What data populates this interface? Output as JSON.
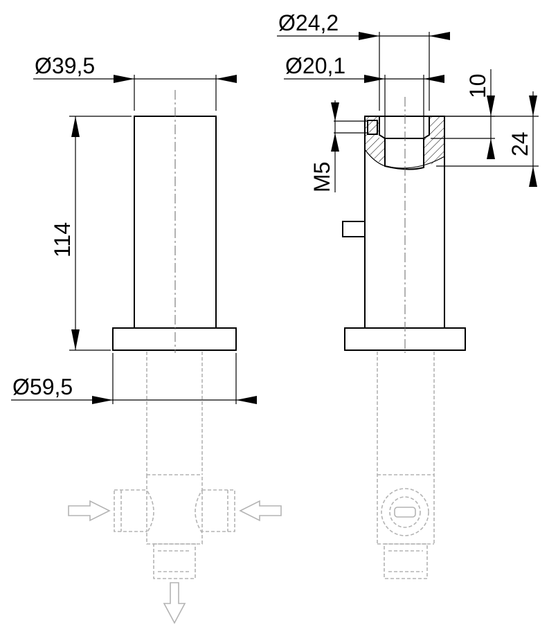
{
  "dimensions": {
    "left_top_diameter": "Ø39,5",
    "left_height": "114",
    "left_base_diameter": "Ø59,5",
    "right_outer_diameter": "Ø24,2",
    "right_inner_diameter": "Ø20,1",
    "right_depth_small": "10",
    "right_depth_large": "24",
    "thread": "M5"
  },
  "colors": {
    "line": "#000000",
    "ghost": "#b3b3b3",
    "hatch": "#000000"
  }
}
